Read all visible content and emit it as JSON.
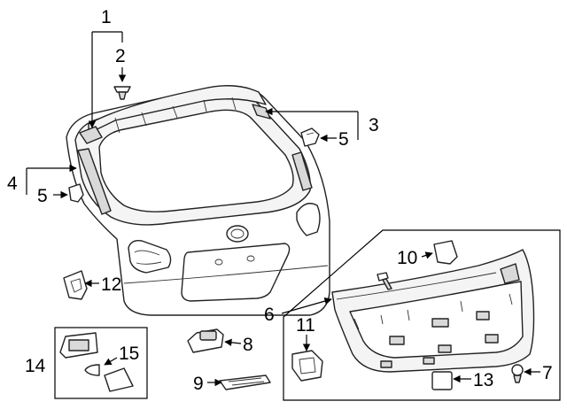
{
  "diagram": {
    "callouts": [
      "1",
      "2",
      "3",
      "4",
      "5",
      "5",
      "6",
      "7",
      "8",
      "9",
      "10",
      "11",
      "12",
      "13",
      "14",
      "15"
    ]
  }
}
